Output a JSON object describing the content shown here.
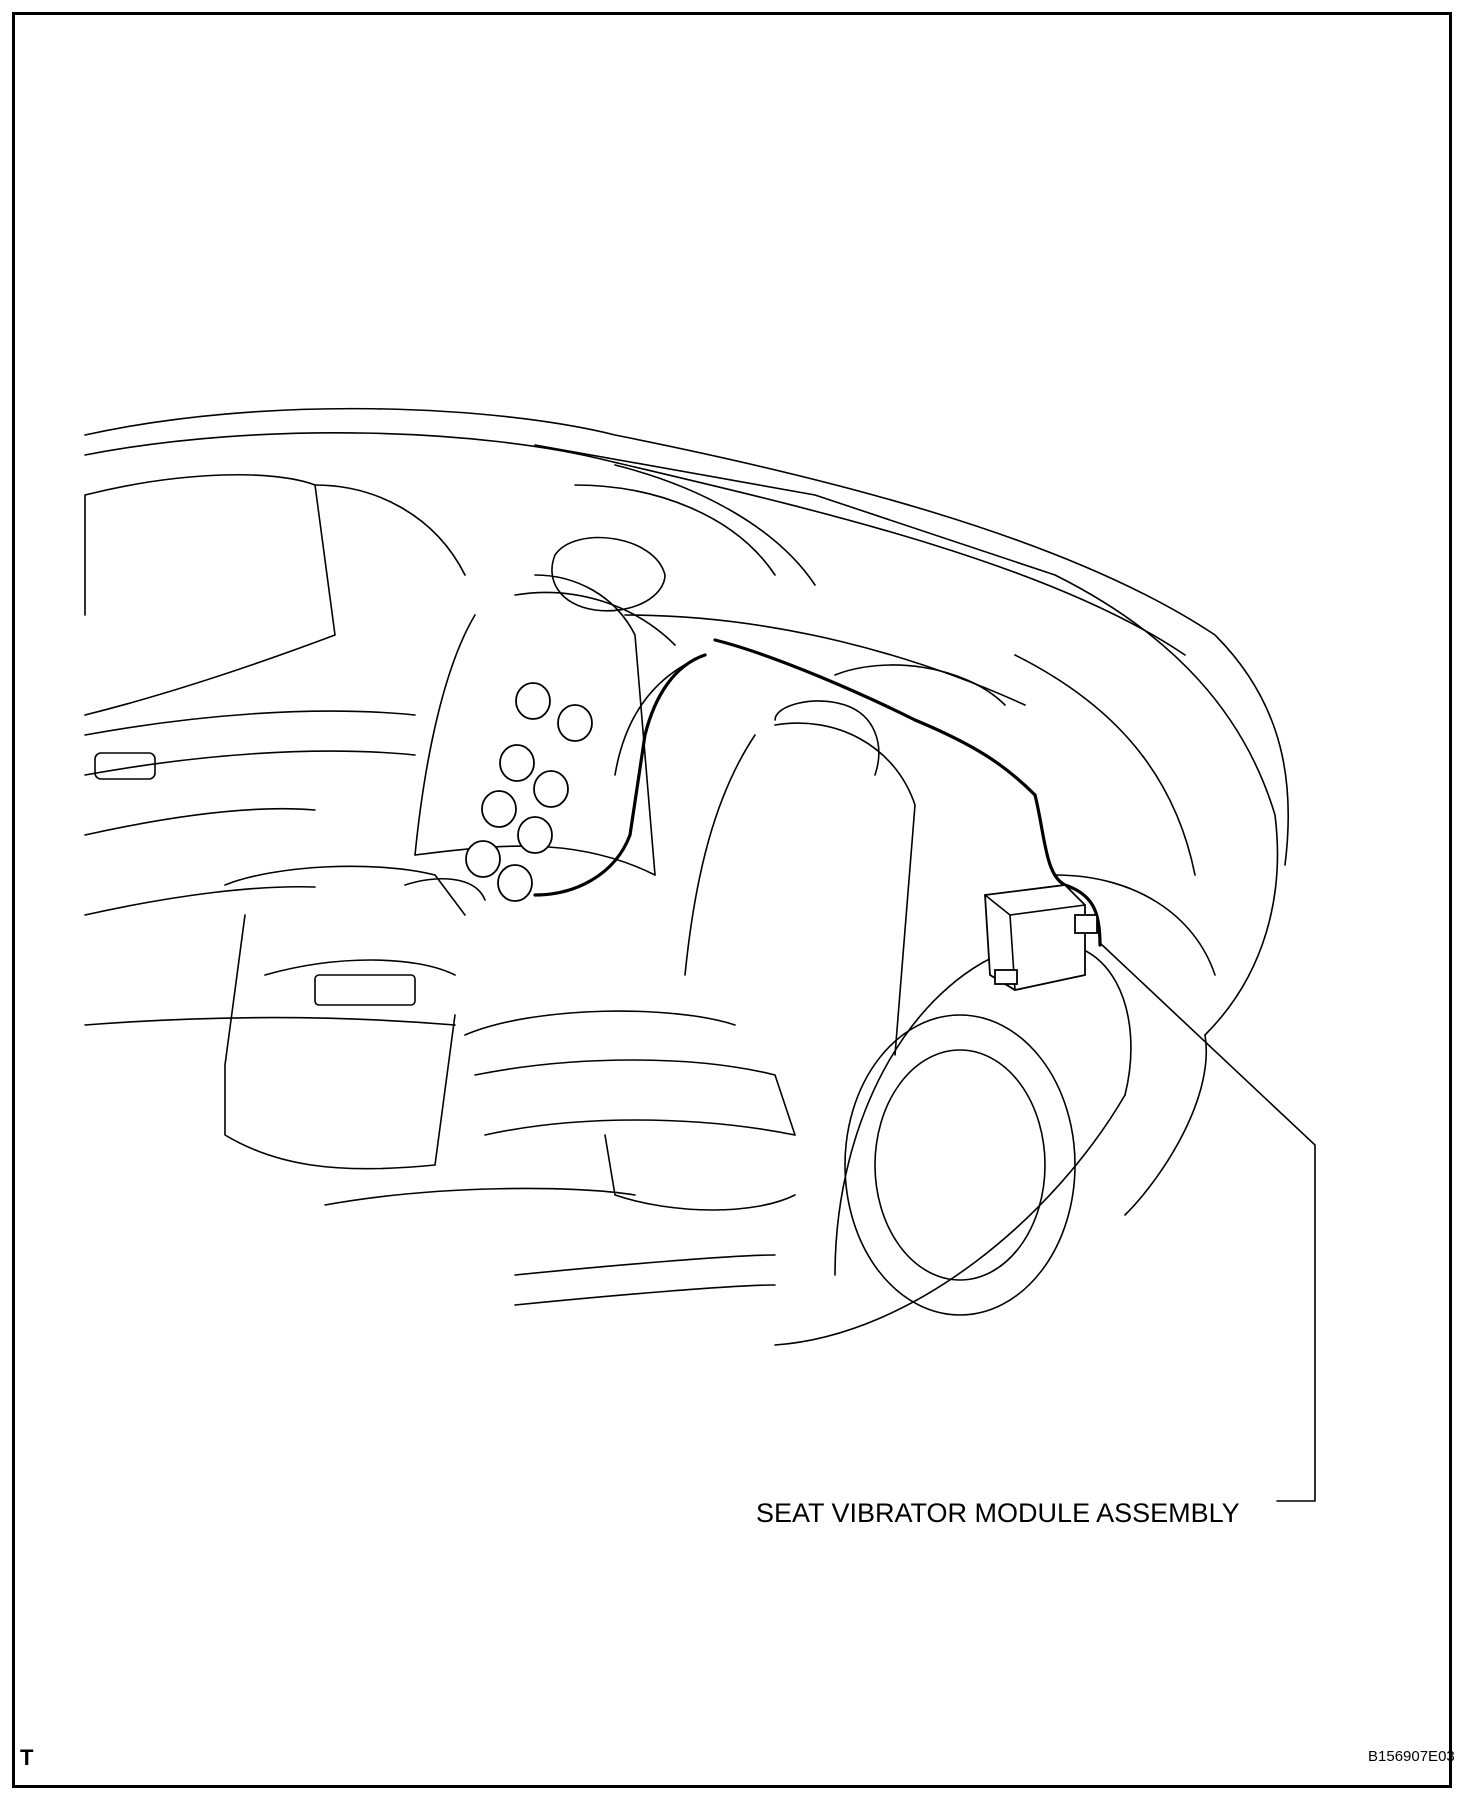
{
  "labels": {
    "module": "SEAT VIBRATOR MODULE ASSEMBLY",
    "corner_mark": "T",
    "figure_id": "B156907E03"
  },
  "colors": {
    "line": "#000000",
    "background": "#ffffff"
  }
}
